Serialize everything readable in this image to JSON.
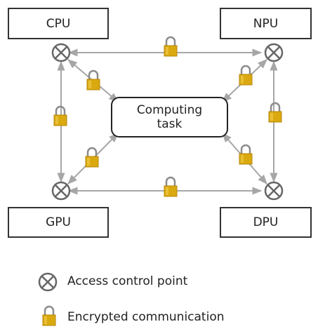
{
  "nodes": {
    "cpu": "CPU",
    "npu": "NPU",
    "gpu": "GPU",
    "dpu": "DPU"
  },
  "task": {
    "line1": "Computing",
    "line2": "task"
  },
  "legend": {
    "access": "Access control point",
    "encrypted": "Encrypted communication"
  },
  "colors": {
    "arrow": "#a6a6a6",
    "lock_body": "#d9a90f",
    "lock_shackle": "#8c8c8c",
    "access_symbol": "#666666"
  },
  "icons": {
    "access_point": "access-control-point-icon",
    "encryption": "lock-icon"
  }
}
